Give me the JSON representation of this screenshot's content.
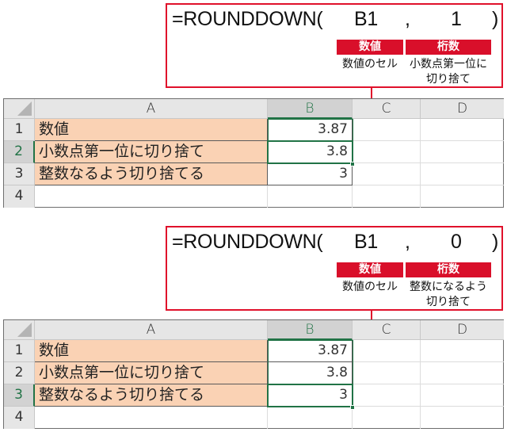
{
  "panels": [
    {
      "callout": {
        "formula_name": "=ROUNDDOWN(",
        "arg1": "B1",
        "comma": ",",
        "arg2": "1",
        "close": ")",
        "tag1": "数値",
        "tag2": "桁数",
        "desc1": "数値のセル",
        "desc2": "小数点第一位に\n切り捨て"
      },
      "grid": {
        "columns": [
          "A",
          "B",
          "C",
          "D"
        ],
        "rows": [
          {
            "num": "1",
            "a": "数値",
            "b": "3.87"
          },
          {
            "num": "2",
            "a": "小数点第一位に切り捨て",
            "b": "3.8"
          },
          {
            "num": "3",
            "a": "整数なるよう切り捨てる",
            "b": "3"
          },
          {
            "num": "4",
            "a": "",
            "b": ""
          }
        ],
        "selected_row": 2,
        "selected_col": "B"
      }
    },
    {
      "callout": {
        "formula_name": "=ROUNDDOWN(",
        "arg1": "B1",
        "comma": ",",
        "arg2": "0",
        "close": ")",
        "tag1": "数値",
        "tag2": "桁数",
        "desc1": "数値のセル",
        "desc2": "整数になるよう\n切り捨て"
      },
      "grid": {
        "columns": [
          "A",
          "B",
          "C",
          "D"
        ],
        "rows": [
          {
            "num": "1",
            "a": "数値",
            "b": "3.87"
          },
          {
            "num": "2",
            "a": "小数点第一位に切り捨て",
            "b": "3.8"
          },
          {
            "num": "3",
            "a": "整数なるよう切り捨てる",
            "b": "3"
          },
          {
            "num": "4",
            "a": "",
            "b": ""
          }
        ],
        "selected_row": 3,
        "selected_col": "B"
      }
    }
  ],
  "colors": {
    "callout_border": "#e0112b",
    "tag_bg": "#d90f2a",
    "label_cell_bg": "#fad2b4",
    "selection_green": "#217346"
  }
}
